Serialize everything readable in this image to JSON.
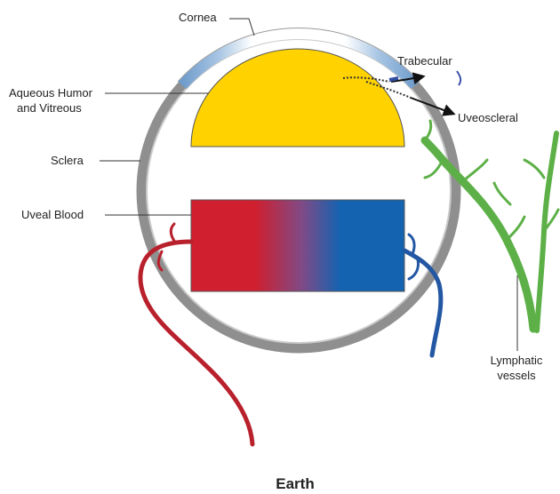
{
  "title": "Earth",
  "labels": {
    "cornea": "Cornea",
    "aqueous_line1": "Aqueous Humor",
    "aqueous_line2": "and Vitreous",
    "sclera": "Sclera",
    "uveal_blood": "Uveal Blood",
    "trabecular": "Trabecular",
    "uveoscleral": "Uveoscleral",
    "lymphatic_line1": "Lymphatic",
    "lymphatic_line2": "vessels"
  },
  "colors": {
    "aqueous_compartment": "#FFD200",
    "blood_arterial": "#D01F2E",
    "blood_venous": "#1363B1",
    "lymphatic": "#5DB047",
    "sclera": "#999999",
    "cornea_tint": "#8FB4D9"
  }
}
